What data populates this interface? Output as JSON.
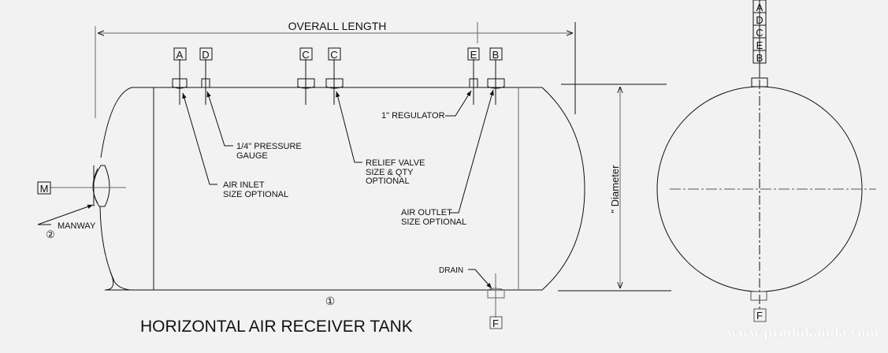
{
  "title": "HORIZONTAL AIR RECEIVER TANK",
  "dimensions": {
    "overall_length": "OVERALL LENGTH",
    "diameter": "\" Diameter"
  },
  "top_tags": [
    "A",
    "D",
    "C",
    "C",
    "E",
    "B"
  ],
  "end_view_tags": [
    "A",
    "D",
    "C",
    "E",
    "B"
  ],
  "bottom_tag": "F",
  "end_view_bottom_tag": "F",
  "manway_tag": "M",
  "callouts": {
    "air_inlet": [
      "AIR INLET",
      "SIZE OPTIONAL"
    ],
    "pressure_gauge": [
      "1/4\" PRESSURE",
      "GAUGE"
    ],
    "relief_valve": [
      "RELIEF VALVE",
      "SIZE & QTY",
      "OPTIONAL"
    ],
    "regulator": "1\" REGULATOR",
    "air_outlet": [
      "AIR OUTLET",
      "SIZE OPTIONAL"
    ],
    "drain": "DRAIN",
    "manway": "MANWAY"
  },
  "item_numbers": {
    "shell": "①",
    "manway": "②"
  },
  "watermark": "www.produkanda.com"
}
